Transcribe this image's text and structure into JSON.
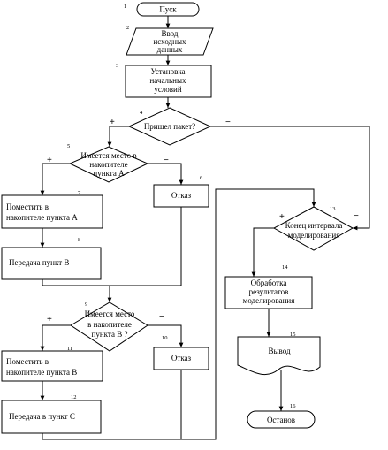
{
  "blocks": {
    "start": {
      "num": "1",
      "text": [
        "Пуск"
      ]
    },
    "input": {
      "num": "2",
      "text": [
        "Ввод",
        "исходных",
        "данных"
      ]
    },
    "init": {
      "num": "3",
      "text": [
        "Установка",
        "начальных",
        "условий"
      ]
    },
    "packet": {
      "num": "4",
      "text": [
        "Пришел пакет?"
      ],
      "yes": "+",
      "no": "−"
    },
    "spaceA": {
      "num": "5",
      "text": [
        "Имеется место в",
        "накопителе",
        "пункта А"
      ],
      "yes": "+",
      "no": "−"
    },
    "rejectA": {
      "num": "6",
      "text": [
        "Отказ"
      ]
    },
    "putA": {
      "num": "7",
      "text": [
        "Поместить в",
        "накопителе пункта А"
      ]
    },
    "sendB": {
      "num": "8",
      "text": [
        "Передача пункт В"
      ]
    },
    "spaceB": {
      "num": "9",
      "text": [
        "Имеется место",
        "в накопителе",
        "пункта В ?"
      ],
      "yes": "+",
      "no": "−"
    },
    "rejectB": {
      "num": "10",
      "text": [
        "Отказ"
      ]
    },
    "putB": {
      "num": "11",
      "text": [
        "Поместить в",
        "накопителе пункта В"
      ]
    },
    "sendC": {
      "num": "12",
      "text": [
        "Передача в пункт С"
      ]
    },
    "endInterval": {
      "num": "13",
      "text": [
        "Конец интервала",
        "моделирования"
      ],
      "yes": "+",
      "no": "−"
    },
    "process": {
      "num": "14",
      "text": [
        "Обработка",
        "результатов",
        "моделирования"
      ]
    },
    "output": {
      "num": "15",
      "text": [
        "Вывод"
      ]
    },
    "stop": {
      "num": "16",
      "text": [
        "Останов"
      ]
    }
  }
}
